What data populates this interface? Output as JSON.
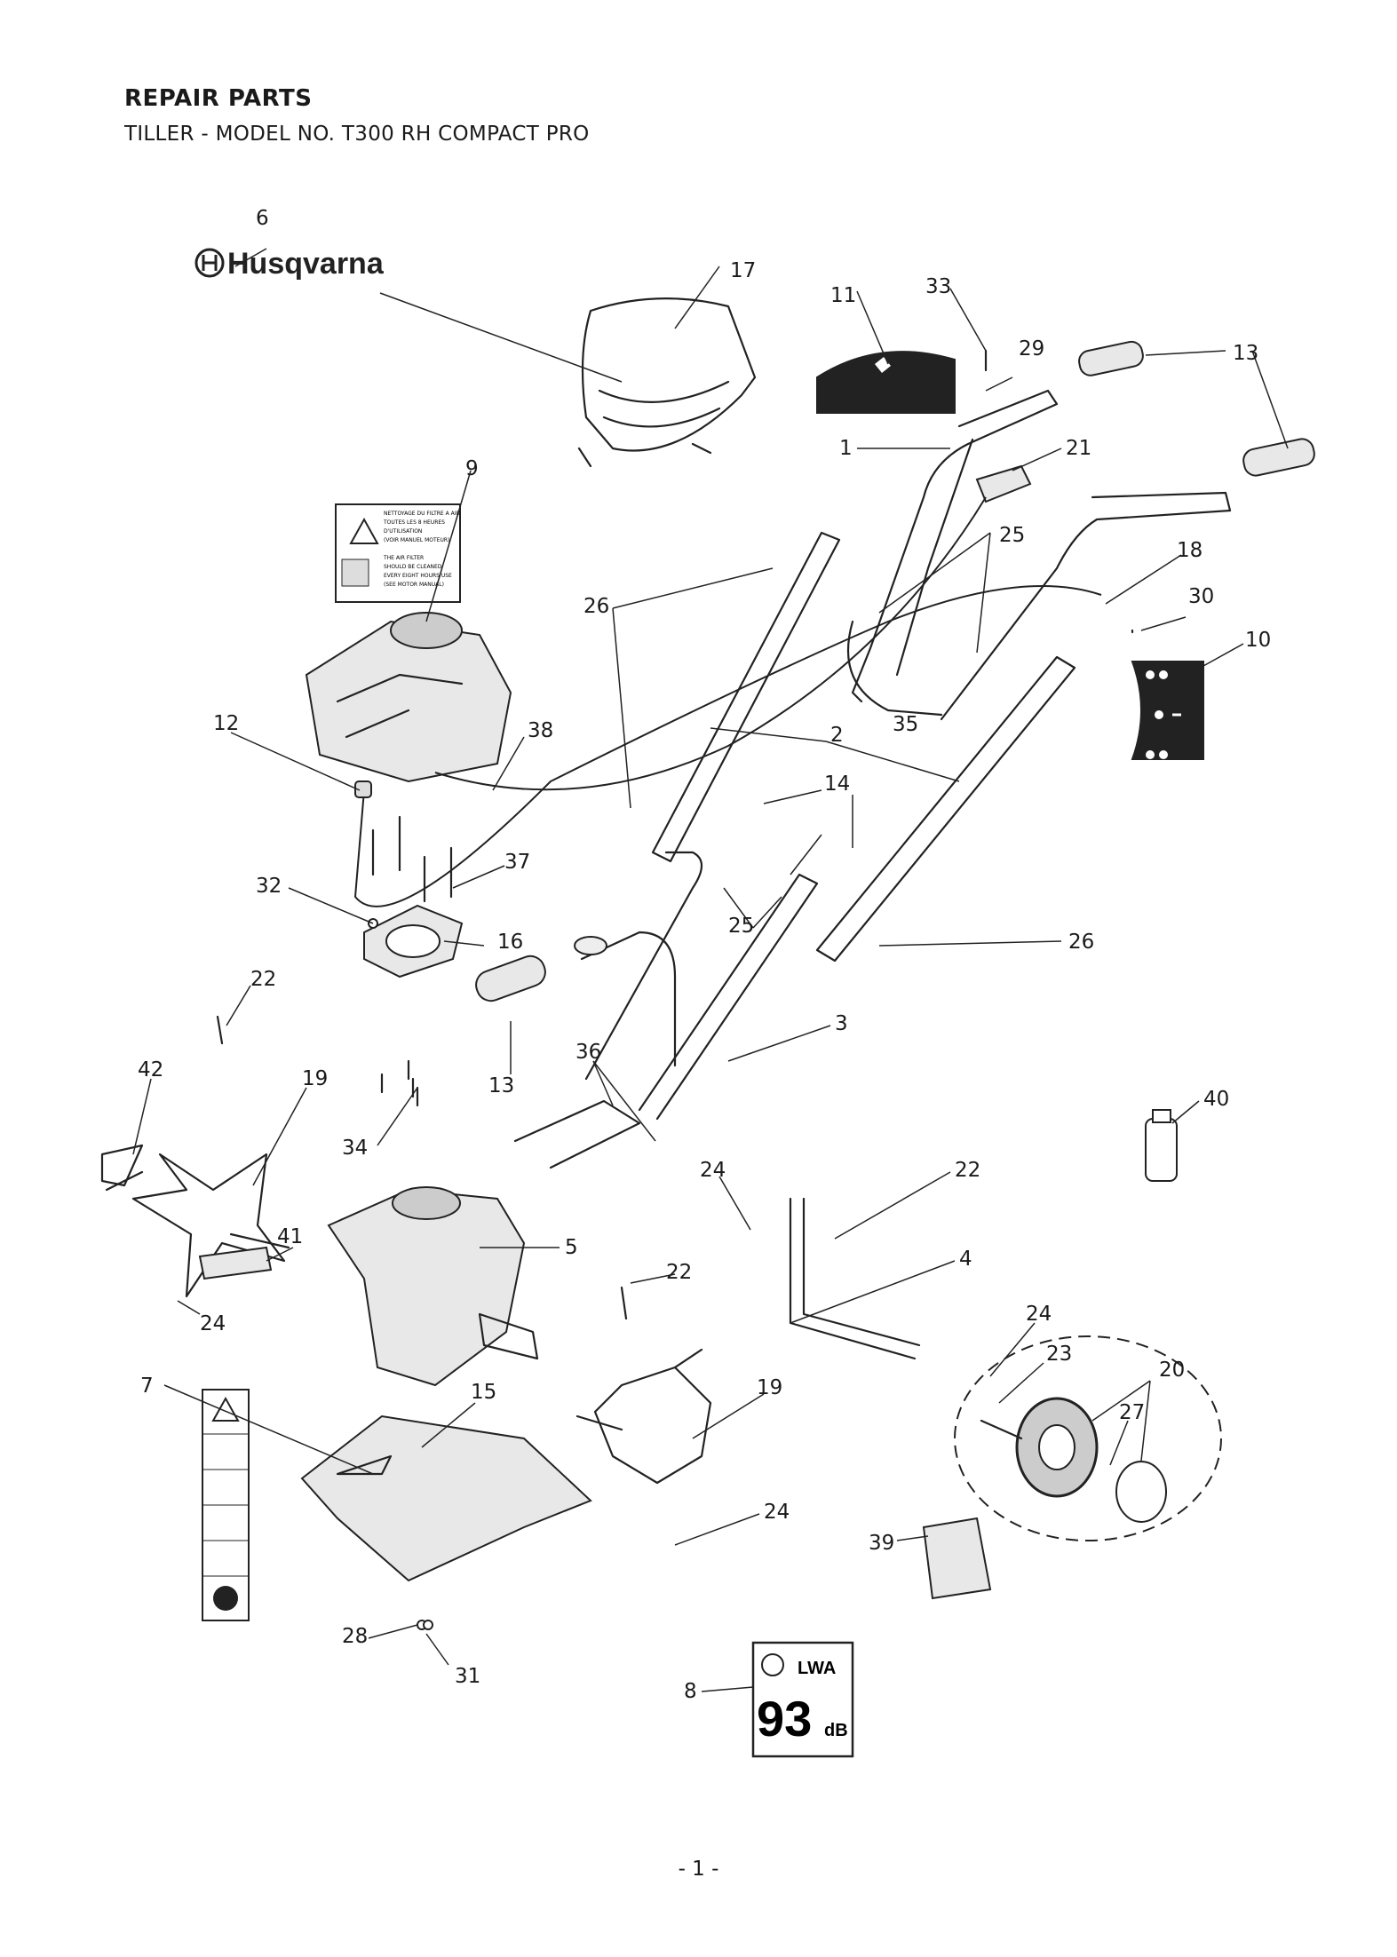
{
  "page": {
    "title": "REPAIR PARTS",
    "subtitle": "TILLER - MODEL NO. T300 RH COMPACT PRO",
    "page_number": "- 1 -"
  },
  "brand": {
    "logo_text": "Husqvarna"
  },
  "decal_9": {
    "lines": [
      "NETTOYAGE DU FILTRE A AIR",
      "TOUTES LES 8 HEURES",
      "D'UTILISATION",
      "(VOIR MANUEL MOTEUR)",
      "THE AIR FILTER",
      "SHOULD BE CLEANED",
      "EVERY EIGHT HOURS USE",
      "(SEE MOTOR MANUAL)"
    ]
  },
  "decal_8": {
    "symbol": "LWA",
    "value": "93",
    "unit": "dB"
  },
  "callouts": [
    "6",
    "17",
    "11",
    "33",
    "29",
    "13",
    "13",
    "1",
    "21",
    "9",
    "25",
    "18",
    "30",
    "10",
    "26",
    "12",
    "38",
    "2",
    "14",
    "35",
    "37",
    "32",
    "16",
    "25",
    "26",
    "22",
    "3",
    "36",
    "13",
    "42",
    "19",
    "34",
    "40",
    "22",
    "24",
    "41",
    "5",
    "22",
    "4",
    "24",
    "24",
    "23",
    "20",
    "7",
    "15",
    "19",
    "27",
    "24",
    "39",
    "28",
    "31",
    "8"
  ]
}
